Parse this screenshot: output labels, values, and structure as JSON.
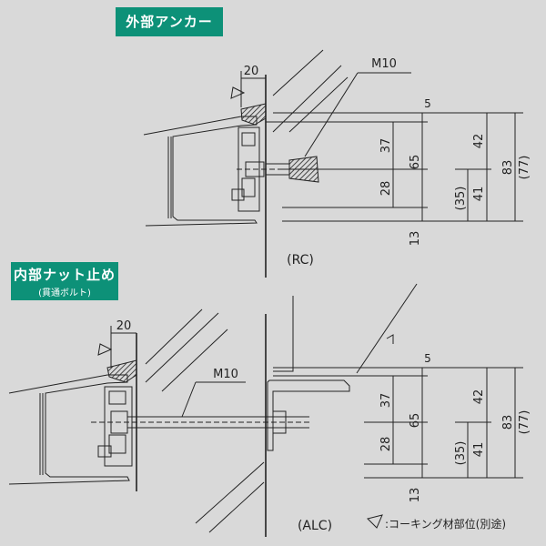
{
  "top_section": {
    "badge": "外部アンカー",
    "bolt_label": "M10",
    "gap_dim": "20",
    "caption": "(RC)",
    "dims": {
      "d5": "5",
      "d37": "37",
      "d28": "28",
      "d65": "65",
      "d13": "13",
      "d42": "42",
      "d35": "(35)",
      "d41": "41",
      "d83": "83",
      "d77": "(77)"
    }
  },
  "bottom_section": {
    "badge_main": "内部ナット止め",
    "badge_sub": "(貫通ボルト)",
    "bolt_label": "M10",
    "gap_dim": "20",
    "caption": "(ALC)",
    "dims": {
      "d5": "5",
      "d37": "37",
      "d28": "28",
      "d65": "65",
      "d13": "13",
      "d42": "42",
      "d35": "(35)",
      "d41": "41",
      "d83": "83",
      "d77": "(77)"
    }
  },
  "legend": {
    "text": ":コーキング材部位(別途)"
  },
  "colors": {
    "badge_bg": "#0d9178",
    "background": "#d9d9d9",
    "line": "#222222"
  }
}
